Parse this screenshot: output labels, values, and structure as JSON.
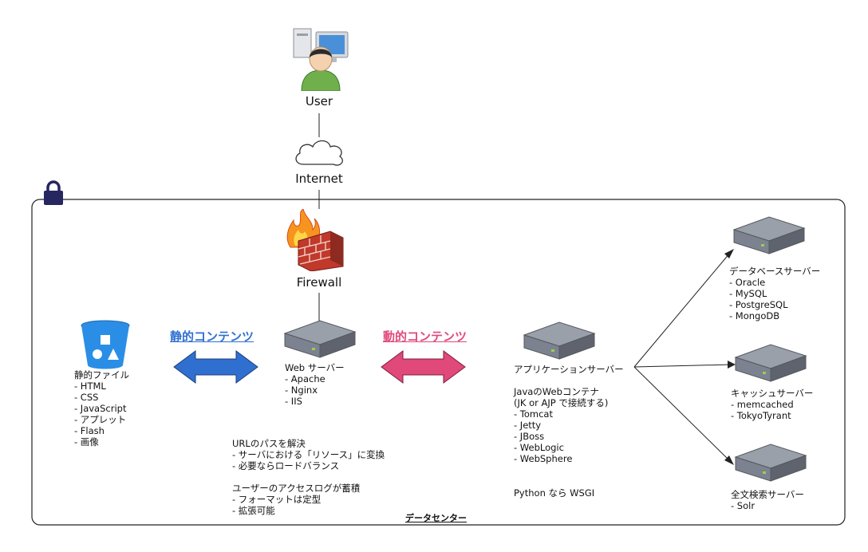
{
  "user": {
    "label": "User"
  },
  "internet": {
    "label": "Internet"
  },
  "firewall": {
    "label": "Firewall"
  },
  "static_heading": "静的コンテンツ",
  "dynamic_heading": "動的コンテンツ",
  "static_files": {
    "title": "静的ファイル",
    "items": [
      "- HTML",
      "- CSS",
      "- JavaScript",
      "- アプレット",
      "- Flash",
      "- 画像"
    ]
  },
  "web_server": {
    "title": "Web サーバー",
    "items": [
      "- Apache",
      "- Nginx",
      "- IIS"
    ]
  },
  "web_notes": {
    "group1": [
      "URLのパスを解決",
      "- サーバにおける「リソース」に変換",
      "- 必要ならロードバランス"
    ],
    "group2": [
      "ユーザーのアクセスログが蓄積",
      "- フォーマットは定型",
      "- 拡張可能"
    ]
  },
  "app_server": {
    "title": "アプリケーションサーバー",
    "container_lines": [
      "JavaのWebコンテナ",
      "(JK or AJP で接続する)"
    ],
    "items": [
      "- Tomcat",
      "- Jetty",
      "- JBoss",
      "- WebLogic",
      "- WebSphere"
    ],
    "python_note": "Python なら WSGI"
  },
  "db_server": {
    "title": "データベースサーバー",
    "items": [
      "- Oracle",
      "- MySQL",
      "- PostgreSQL",
      "- MongoDB"
    ]
  },
  "cache_server": {
    "title": "キャッシュサーバー",
    "items": [
      "- memcached",
      "- TokyoTyrant"
    ]
  },
  "search_server": {
    "title": "全文検索サーバー",
    "items": [
      "- Solr"
    ]
  },
  "datacenter_label": "データセンター",
  "colors": {
    "static_arrow": "#2f6fd0",
    "dynamic_arrow": "#e0497a",
    "bucket": "#2b8ee6",
    "server": "#7c8290",
    "lock": "#262660"
  }
}
